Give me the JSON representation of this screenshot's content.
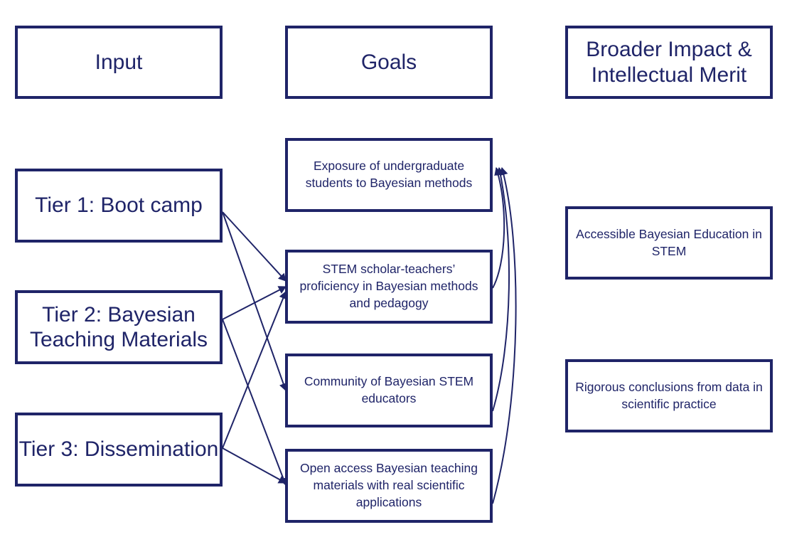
{
  "headers": {
    "input": "Input",
    "goals": "Goals",
    "impact": "Broader Impact & Intellectual Merit"
  },
  "inputs": [
    {
      "label": "Tier 1: Boot camp"
    },
    {
      "label": "Tier 2: Bayesian Teaching Materials"
    },
    {
      "label": "Tier 3: Dissemination"
    }
  ],
  "goals": [
    {
      "label": "Exposure of undergraduate students to Bayesian methods"
    },
    {
      "label": "STEM scholar-teachers’ proficiency in Bayesian methods and pedagogy"
    },
    {
      "label": "Community of Bayesian STEM educators"
    },
    {
      "label": "Open access Bayesian teaching materials with real scientific applications"
    }
  ],
  "impacts": [
    {
      "label": "Accessible Bayesian Education in STEM"
    },
    {
      "label": "Rigorous conclusions from data in scientific practice"
    }
  ],
  "colors": {
    "stroke": "#1f2468",
    "text": "#1f2468",
    "background": "#ffffff"
  },
  "connections": {
    "input_to_goal": [
      [
        0,
        1
      ],
      [
        0,
        2
      ],
      [
        1,
        1
      ],
      [
        1,
        3
      ],
      [
        2,
        1
      ],
      [
        2,
        3
      ]
    ],
    "goal_feedback": [
      1,
      2,
      3
    ]
  }
}
